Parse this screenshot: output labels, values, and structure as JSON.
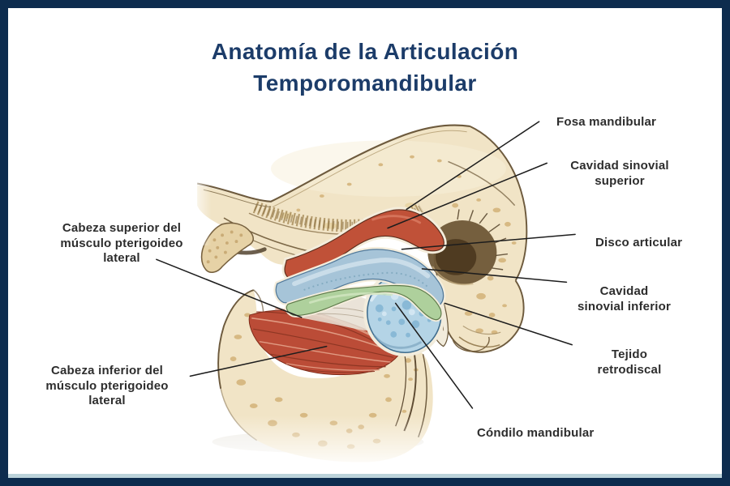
{
  "title": {
    "text": "Anatomía de la Articulación\nTemporomandibular"
  },
  "labels": {
    "fosa_mandibular": {
      "text": "Fosa mandibular"
    },
    "cavidad_sinovial_superior": {
      "text": "Cavidad sinovial\nsuperior"
    },
    "disco_articular": {
      "text": "Disco articular"
    },
    "cavidad_sinovial_inferior": {
      "text": "Cavidad\nsinovial inferior"
    },
    "tejido_retrodiscal": {
      "text": "Tejido\nretrodiscal"
    },
    "condilo_mandibular": {
      "text": "Cóndilo mandibular"
    },
    "cabeza_superior": {
      "text": "Cabeza superior del\nmúsculo pterigoideo\nlateral"
    },
    "cabeza_inferior": {
      "text": "Cabeza inferior del\nmúsculo pterigoideo\nlateral"
    }
  },
  "theme": {
    "page_bg": "#ffffff",
    "border_navy": "#0d2c4e",
    "accent_strip": "#bcd3da",
    "title_navy": "#1c3c69",
    "label_ink": "#2d2d2d",
    "leader_ink": "#1d1d1d"
  },
  "illustration": {
    "colors": {
      "bone": "#f1e4c6",
      "bone_shade": "#e6d2a6",
      "bone_speckle": "#d7b983",
      "bone_speckle_dk": "#c5a263",
      "bone_blotch": "#e9d6a8",
      "muscle": "#bb4c37",
      "tendon": "#e7dfd3",
      "cavity_red": "#c05138",
      "disc_blue": "#a6c4d8",
      "cavity_green": "#aed09c",
      "condyle_blue": "#b4d4e6",
      "condyle_speckle": "#7fb3d3",
      "membrane": "#f2ecdc",
      "meatus": "#6e5737",
      "meatus_dark": "#4f3b21"
    }
  }
}
